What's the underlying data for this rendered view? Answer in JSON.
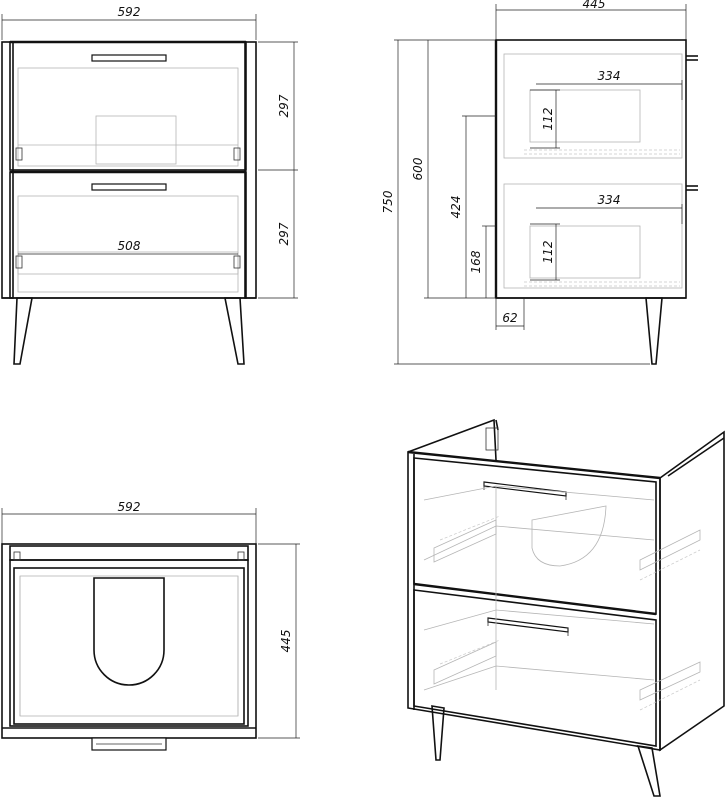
{
  "dimensions": {
    "front_width": "592",
    "front_drawer_top_height": "297",
    "front_drawer_bottom_height": "297",
    "front_inner_width": "508",
    "side_depth": "445",
    "side_total_height": "750",
    "side_body_height": "600",
    "side_upper_handle_height": "424",
    "side_lower_handle_height": "168",
    "side_leg_offset": "62",
    "side_upper_drawer_depth": "334",
    "side_upper_drawer_height": "112",
    "side_lower_drawer_depth": "334",
    "side_lower_drawer_height": "112",
    "top_width": "592",
    "top_depth": "445"
  }
}
